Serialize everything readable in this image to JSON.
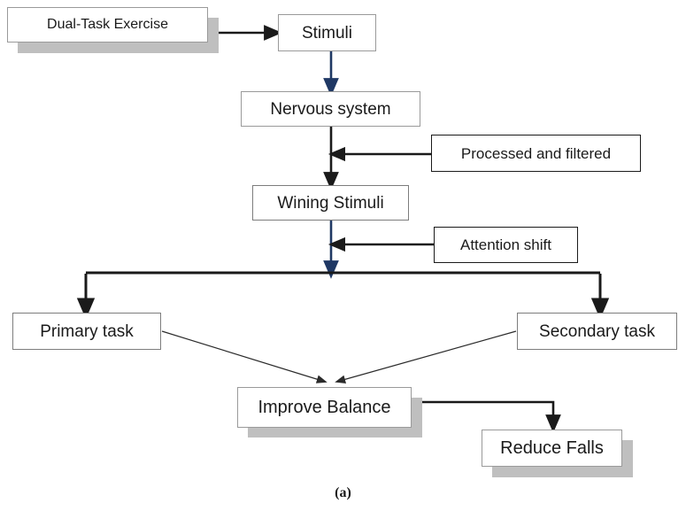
{
  "figure": {
    "caption": "(a)",
    "colors": {
      "blue_arrow": "#1F3864",
      "black_arrow": "#1a1a1a",
      "thin_arrow": "#3a3a3a",
      "shadow": "#bfbfbf",
      "box_border_gray": "#9a9a9a",
      "box_border_black": "#1a1a1a",
      "background": "#ffffff",
      "text": "#1a1a1a"
    }
  },
  "nodes": {
    "dual_task_exercise": {
      "label": "Dual-Task Exercise"
    },
    "stimuli": {
      "label": "Stimuli"
    },
    "nervous_system": {
      "label": "Nervous system"
    },
    "processed_and_filtered": {
      "label": "Processed and filtered"
    },
    "wining_stimuli": {
      "label": "Wining Stimuli"
    },
    "attention_shift": {
      "label": "Attention shift"
    },
    "primary_task": {
      "label": "Primary task"
    },
    "secondary_task": {
      "label": "Secondary task"
    },
    "improve_balance": {
      "label": "Improve Balance"
    },
    "reduce_falls": {
      "label": "Reduce Falls"
    }
  },
  "edges": [
    {
      "from": "dual_task_exercise",
      "to": "stimuli",
      "style": "black-straight"
    },
    {
      "from": "stimuli",
      "to": "nervous_system",
      "style": "blue-straight"
    },
    {
      "from": "nervous_system",
      "to": "wining_stimuli",
      "style": "black-straight"
    },
    {
      "from": "processed_and_filtered",
      "to": "nervous_system_to_wining_stimuli",
      "style": "black-straight"
    },
    {
      "from": "wining_stimuli",
      "to": "task_split",
      "style": "blue-straight"
    },
    {
      "from": "attention_shift",
      "to": "wining_stimuli_to_task_split",
      "style": "black-straight"
    },
    {
      "from": "task_split",
      "to": "primary_task",
      "style": "black-elbow"
    },
    {
      "from": "task_split",
      "to": "secondary_task",
      "style": "black-elbow"
    },
    {
      "from": "primary_task",
      "to": "improve_balance",
      "style": "thin-diagonal"
    },
    {
      "from": "secondary_task",
      "to": "improve_balance",
      "style": "thin-diagonal"
    },
    {
      "from": "improve_balance",
      "to": "reduce_falls",
      "style": "black-elbow"
    }
  ]
}
